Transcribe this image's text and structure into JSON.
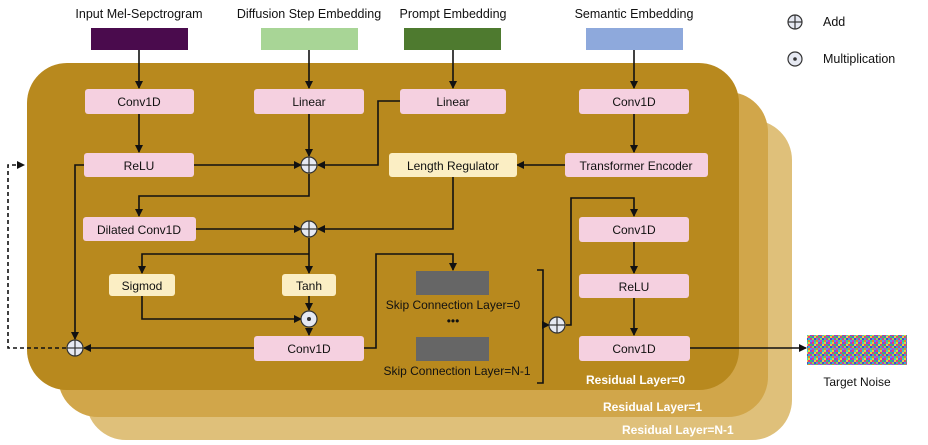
{
  "inputs": {
    "mel": "Input Mel-Sepctrogram",
    "diffusion_step": "Diffusion Step Embedding",
    "prompt": "Prompt Embedding",
    "semantic": "Semantic Embedding"
  },
  "legend": {
    "add": "Add",
    "multiplication": "Multiplication"
  },
  "blocks": {
    "conv1d_mel": "Conv1D",
    "linear_step": "Linear",
    "linear_prompt": "Linear",
    "conv1d_semantic": "Conv1D",
    "relu_left": "ReLU",
    "length_regulator": "Length Regulator",
    "transformer_encoder": "Transformer Encoder",
    "dilated_conv1d": "Dilated Conv1D",
    "conv1d_right_top": "Conv1D",
    "sigmoid": "Sigmod",
    "tanh": "Tanh",
    "relu_right": "ReLU",
    "conv1d_bottom": "Conv1D",
    "conv1d_right_bottom": "Conv1D"
  },
  "skip": {
    "first": "Skip Connection Layer=0",
    "ellipsis": "•••",
    "last": "Skip Connection Layer=N-1"
  },
  "layers": {
    "layer0": "Residual Layer=0",
    "layer1": "Residual Layer=1",
    "layerN": "Residual Layer=N-1"
  },
  "output": {
    "label": "Target Noise"
  },
  "colors": {
    "panel_front": "#b8891e",
    "panel_mid": "#d1a64a",
    "panel_back": "#dfc07a",
    "pink_block": "#f5d0e0",
    "yellow_block": "#fbeec4",
    "mel_color": "#4a0b4d",
    "step_color": "#a8d596",
    "prompt_color": "#4e7a2f",
    "semantic_color": "#8ea9dc",
    "skip_color": "#666666"
  }
}
